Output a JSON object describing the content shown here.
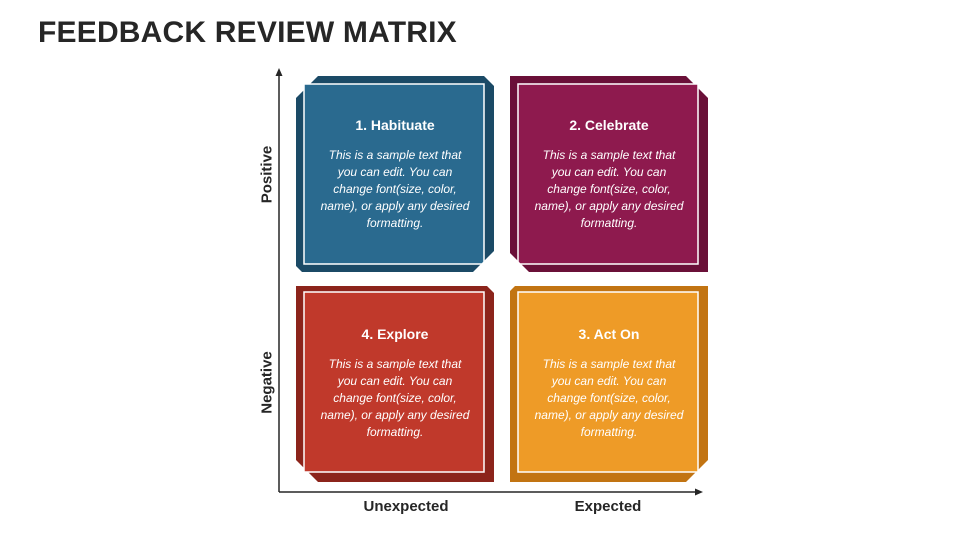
{
  "title": "FEEDBACK REVIEW MATRIX",
  "axes": {
    "y_top": "Positive",
    "y_bottom": "Negative",
    "x_left": "Unexpected",
    "x_right": "Expected"
  },
  "quadrants": [
    {
      "title": "1. Habituate",
      "body": "This is a sample text that you can edit. You can change font(size, color, name), or apply any desired formatting.",
      "color": "#2a6a8f",
      "dark": "#1b4a66"
    },
    {
      "title": "2. Celebrate",
      "body": "This is a sample text that you can edit. You can change font(size, color, name), or apply any desired formatting.",
      "color": "#8e1a4e",
      "dark": "#6a1038"
    },
    {
      "title": "4. Explore",
      "body": "This is a sample text that you can edit. You can change font(size, color, name), or apply any desired formatting.",
      "color": "#c0392b",
      "dark": "#8c241b"
    },
    {
      "title": "3. Act On",
      "body": "This is a sample text that you can edit. You can change font(size, color, name), or apply any desired formatting.",
      "color": "#ee9b27",
      "dark": "#c27412"
    }
  ]
}
